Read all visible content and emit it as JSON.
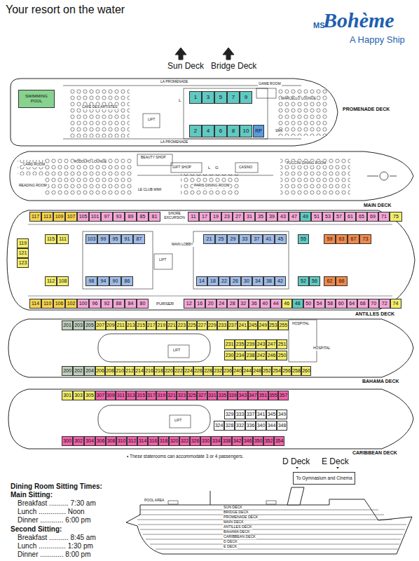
{
  "diagram": {
    "title": "Your resort on the water",
    "nodes": [
      {
        "text": [
          "SWIMMING POOL"
        ]
      },
      {
        "text": [
          "1"
        ]
      },
      {
        "text": [
          "3"
        ]
      },
      {
        "text": [
          "5"
        ]
      },
      {
        "text": [
          "7"
        ]
      },
      {
        "text": [
          "9"
        ]
      },
      {
        "text": [
          "2"
        ]
      },
      {
        "text": [
          "4"
        ]
      },
      {
        "text": [
          "6"
        ]
      },
      {
        "text": [
          "8"
        ]
      },
      {
        "text": [
          "10"
        ]
      },
      {
        "text": [
          "RP"
        ]
      },
      {
        "text": [
          "117"
        ]
      },
      {
        "text": [
          "113"
        ]
      },
      {
        "text": [
          "109"
        ]
      },
      {
        "text": [
          "107"
        ]
      },
      {
        "text": [
          "105"
        ]
      },
      {
        "text": [
          "101"
        ]
      },
      {
        "text": [
          "97"
        ]
      },
      {
        "text": [
          "93"
        ]
      },
      {
        "text": [
          "89"
        ]
      },
      {
        "text": [
          "85"
        ]
      },
      {
        "text": [
          "81"
        ]
      },
      {
        "text": [
          "11"
        ]
      },
      {
        "text": [
          "17"
        ]
      },
      {
        "text": [
          "19"
        ]
      },
      {
        "text": [
          "23"
        ]
      },
      {
        "text": [
          "27"
        ]
      },
      {
        "text": [
          "31"
        ]
      },
      {
        "text": [
          "35"
        ]
      },
      {
        "text": [
          "39"
        ]
      },
      {
        "text": [
          "43"
        ]
      },
      {
        "text": [
          "47"
        ]
      },
      {
        "text": [
          "49"
        ]
      },
      {
        "text": [
          "51"
        ]
      },
      {
        "text": [
          "53"
        ]
      },
      {
        "text": [
          "57"
        ]
      },
      {
        "text": [
          "61"
        ]
      },
      {
        "text": [
          "65"
        ]
      },
      {
        "text": [
          "69"
        ]
      },
      {
        "text": [
          "71"
        ]
      },
      {
        "text": [
          "75"
        ]
      },
      {
        "text": [
          "114"
        ]
      },
      {
        "text": [
          "110"
        ]
      },
      {
        "text": [
          "106"
        ]
      },
      {
        "text": [
          "102"
        ]
      },
      {
        "text": [
          "100"
        ]
      },
      {
        "text": [
          "96"
        ]
      },
      {
        "text": [
          "92"
        ]
      },
      {
        "text": [
          "88"
        ]
      },
      {
        "text": [
          "84"
        ]
      },
      {
        "text": [
          "80"
        ]
      },
      {
        "text": [
          "12"
        ]
      },
      {
        "text": [
          "16"
        ]
      },
      {
        "text": [
          "20"
        ]
      },
      {
        "text": [
          "24"
        ]
      },
      {
        "text": [
          "28"
        ]
      },
      {
        "text": [
          "32"
        ]
      },
      {
        "text": [
          "36"
        ]
      },
      {
        "text": [
          "40"
        ]
      },
      {
        "text": [
          "44"
        ]
      },
      {
        "text": [
          "46"
        ]
      },
      {
        "text": [
          "48"
        ]
      },
      {
        "text": [
          "50"
        ]
      },
      {
        "text": [
          "54"
        ]
      },
      {
        "text": [
          "58"
        ]
      },
      {
        "text": [
          "60"
        ]
      },
      {
        "text": [
          "64"
        ]
      },
      {
        "text": [
          "68"
        ]
      },
      {
        "text": [
          "70"
        ]
      },
      {
        "text": [
          "72"
        ]
      },
      {
        "text": [
          "74"
        ]
      },
      {
        "text": [
          "119"
        ]
      },
      {
        "text": [
          "121"
        ]
      },
      {
        "text": [
          "123"
        ]
      },
      {
        "text": [
          "115"
        ]
      },
      {
        "text": [
          "111"
        ]
      },
      {
        "text": [
          "112"
        ]
      },
      {
        "text": [
          "108"
        ]
      },
      {
        "text": [
          "103"
        ]
      },
      {
        "text": [
          "99"
        ]
      },
      {
        "text": [
          "95"
        ]
      },
      {
        "text": [
          "91"
        ]
      },
      {
        "text": [
          "87"
        ]
      },
      {
        "text": [
          "98"
        ]
      },
      {
        "text": [
          "94"
        ]
      },
      {
        "text": [
          "90"
        ]
      },
      {
        "text": [
          "86"
        ]
      },
      {
        "text": [
          "21"
        ]
      },
      {
        "text": [
          "25"
        ]
      },
      {
        "text": [
          "29"
        ]
      },
      {
        "text": [
          "33"
        ]
      },
      {
        "text": [
          "37"
        ]
      },
      {
        "text": [
          "41"
        ]
      },
      {
        "text": [
          "45"
        ]
      },
      {
        "text": [
          "14"
        ]
      },
      {
        "text": [
          "18"
        ]
      },
      {
        "text": [
          "22"
        ]
      },
      {
        "text": [
          "26"
        ]
      },
      {
        "text": [
          "30"
        ]
      },
      {
        "text": [
          "34"
        ]
      },
      {
        "text": [
          "38"
        ]
      },
      {
        "text": [
          "42"
        ]
      },
      {
        "text": [
          "55"
        ]
      },
      {
        "text": [
          "52"
        ]
      },
      {
        "text": [
          "56"
        ]
      },
      {
        "text": [
          "59"
        ]
      },
      {
        "text": [
          "63"
        ]
      },
      {
        "text": [
          "67"
        ]
      },
      {
        "text": [
          "73"
        ]
      },
      {
        "text": [
          "62"
        ]
      },
      {
        "text": [
          "66"
        ]
      },
      {
        "text": [
          "201"
        ]
      },
      {
        "text": [
          "203"
        ]
      },
      {
        "text": [
          "205"
        ]
      },
      {
        "text": [
          "207"
        ]
      },
      {
        "text": [
          "209"
        ]
      },
      {
        "text": [
          "211"
        ]
      },
      {
        "text": [
          "213"
        ]
      },
      {
        "text": [
          "215"
        ]
      },
      {
        "text": [
          "217"
        ]
      },
      {
        "text": [
          "219"
        ]
      },
      {
        "text": [
          "221"
        ]
      },
      {
        "text": [
          "223"
        ]
      },
      {
        "text": [
          "225"
        ]
      },
      {
        "text": [
          "227"
        ]
      },
      {
        "text": [
          "229"
        ]
      },
      {
        "text": [
          "233"
        ]
      },
      {
        "text": [
          "237"
        ]
      },
      {
        "text": [
          "241"
        ]
      },
      {
        "text": [
          "245"
        ]
      },
      {
        "text": [
          "249"
        ]
      },
      {
        "text": [
          "253"
        ]
      },
      {
        "text": [
          "255"
        ]
      },
      {
        "text": [
          "231"
        ]
      },
      {
        "text": [
          "235"
        ]
      },
      {
        "text": [
          "239"
        ]
      },
      {
        "text": [
          "243"
        ]
      },
      {
        "text": [
          "247"
        ]
      },
      {
        "text": [
          "251"
        ]
      },
      {
        "text": [
          "230"
        ]
      },
      {
        "text": [
          "234"
        ]
      },
      {
        "text": [
          "238"
        ]
      },
      {
        "text": [
          "242"
        ]
      },
      {
        "text": [
          "246"
        ]
      },
      {
        "text": [
          "250"
        ]
      },
      {
        "text": [
          "200"
        ]
      },
      {
        "text": [
          "202"
        ]
      },
      {
        "text": [
          "204"
        ]
      },
      {
        "text": [
          "206"
        ]
      },
      {
        "text": [
          "208"
        ]
      },
      {
        "text": [
          "210"
        ]
      },
      {
        "text": [
          "212"
        ]
      },
      {
        "text": [
          "214"
        ]
      },
      {
        "text": [
          "216"
        ]
      },
      {
        "text": [
          "218"
        ]
      },
      {
        "text": [
          "220"
        ]
      },
      {
        "text": [
          "222"
        ]
      },
      {
        "text": [
          "224"
        ]
      },
      {
        "text": [
          "226"
        ]
      },
      {
        "text": [
          "228"
        ]
      },
      {
        "text": [
          "232"
        ]
      },
      {
        "text": [
          "236"
        ]
      },
      {
        "text": [
          "240"
        ]
      },
      {
        "text": [
          "244"
        ]
      },
      {
        "text": [
          "248"
        ]
      },
      {
        "text": [
          "252"
        ]
      },
      {
        "text": [
          "254"
        ]
      },
      {
        "text": [
          "256"
        ]
      },
      {
        "text": [
          "258"
        ]
      },
      {
        "text": [
          "260"
        ]
      },
      {
        "text": [
          "301"
        ]
      },
      {
        "text": [
          "303"
        ]
      },
      {
        "text": [
          "305"
        ]
      },
      {
        "text": [
          "307"
        ]
      },
      {
        "text": [
          "309"
        ]
      },
      {
        "text": [
          "311"
        ]
      },
      {
        "text": [
          "313"
        ]
      },
      {
        "text": [
          "315"
        ]
      },
      {
        "text": [
          "317"
        ]
      },
      {
        "text": [
          "319"
        ]
      },
      {
        "text": [
          "321"
        ]
      },
      {
        "text": [
          "323"
        ]
      },
      {
        "text": [
          "325"
        ]
      },
      {
        "text": [
          "327"
        ]
      },
      {
        "text": [
          "331"
        ]
      },
      {
        "text": [
          "335"
        ]
      },
      {
        "text": [
          "339"
        ]
      },
      {
        "text": [
          "343"
        ]
      },
      {
        "text": [
          "347"
        ]
      },
      {
        "text": [
          "351"
        ]
      },
      {
        "text": [
          "355"
        ]
      },
      {
        "text": [
          "357"
        ]
      },
      {
        "text": [
          "329"
        ]
      },
      {
        "text": [
          "333"
        ]
      },
      {
        "text": [
          "337"
        ]
      },
      {
        "text": [
          "341"
        ]
      },
      {
        "text": [
          "345"
        ]
      },
      {
        "text": [
          "349"
        ]
      },
      {
        "text": [
          "324"
        ]
      },
      {
        "text": [
          "328"
        ]
      },
      {
        "text": [
          "332"
        ]
      },
      {
        "text": [
          "336"
        ]
      },
      {
        "text": [
          "340"
        ]
      },
      {
        "text": [
          "344"
        ]
      },
      {
        "text": [
          "348"
        ]
      },
      {
        "text": [
          "300"
        ]
      },
      {
        "text": [
          "302"
        ]
      },
      {
        "text": [
          "304"
        ]
      },
      {
        "text": [
          "306"
        ]
      },
      {
        "text": [
          "308"
        ]
      },
      {
        "text": [
          "310"
        ]
      },
      {
        "text": [
          "312"
        ]
      },
      {
        "text": [
          "314"
        ]
      },
      {
        "text": [
          "316"
        ]
      },
      {
        "text": [
          "318"
        ]
      },
      {
        "text": [
          "320"
        ]
      },
      {
        "text": [
          "322"
        ]
      },
      {
        "text": [
          "326"
        ]
      },
      {
        "text": [
          "330"
        ]
      },
      {
        "text": [
          "334"
        ]
      },
      {
        "text": [
          "338"
        ]
      },
      {
        "text": [
          "342"
        ]
      },
      {
        "text": [
          "346"
        ]
      },
      {
        "text": [
          "350"
        ]
      },
      {
        "text": [
          "352"
        ]
      },
      {
        "text": [
          "354"
        ]
      },
      {
        "text": [
          "To Gymnasium and Cinema"
        ]
      }
    ],
    "labels": [
      "Sun Deck",
      "Bridge Deck",
      "LA PROMENADE",
      "LA PROMENADE",
      "CAFÉ DES ARTISTES",
      "LIFT",
      "L",
      "GAME ROOM",
      "MARCELLO LOUNGE",
      "SMK",
      "PROMENADE DECK",
      "CARD ROOM",
      "READING ROOM",
      "RODOLFO LOUNGE",
      "BEAUTY SHOP",
      "GIFT SHOP",
      "L",
      "G",
      "CASINO",
      "PUCCINI DINING ROOM",
      "PARIS DINING ROOM",
      "LE CLUB MIMI",
      "MAIN DECK",
      "SHORE EXCURSION",
      "MAIN LOBBY",
      "LIFT",
      "PURSER",
      "ANTILLES DECK",
      "HOSPITAL",
      "HOSPITAL",
      "LIFT",
      "BAHAMA DECK",
      "LIFT",
      "CARIBBEAN DECK",
      "• These staterooms can accommodate 3 or 4 passengers.",
      "D Deck",
      "E Deck",
      "Dining Room Sitting Times:",
      "Main Sitting:",
      "Breakfast .......... 7:30 am",
      "Lunch .............. Noon",
      "Dinner ............ 6:00 pm",
      "Second Sitting:",
      "Breakfast .......... 8:45 am",
      "Lunch .............. 1:30 pm",
      "Dinner ............ 8:00 pm",
      "POOL AREA",
      "SUN DECK",
      "BRIDGE DECK",
      "PROMENADE DECK",
      "MAIN DECK",
      "ANTILLES DECK",
      "BAHAMA DECK",
      "CARIBBEAN DECK",
      "D DECK",
      "E DECK",
      "MS",
      "Bohème",
      "A Happy Ship"
    ]
  }
}
